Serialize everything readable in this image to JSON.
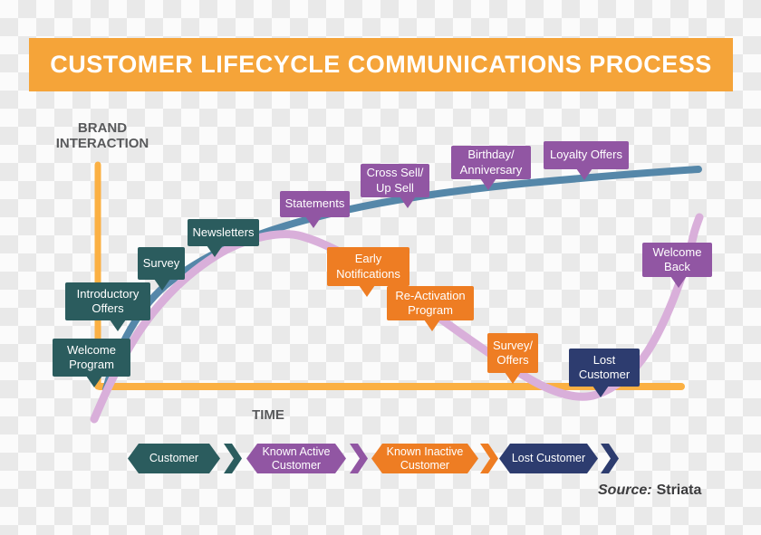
{
  "title": "CUSTOMER LIFECYCLE COMMUNICATIONS PROCESS",
  "axes": {
    "y_label": "BRAND\nINTERACTION",
    "x_label": "TIME"
  },
  "callouts": [
    {
      "id": "welcome-program",
      "label": "Welcome\nProgram",
      "group": "customer-acquisition"
    },
    {
      "id": "introductory-offers",
      "label": "Introductory\nOffers",
      "group": "customer-acquisition"
    },
    {
      "id": "survey",
      "label": "Survey",
      "group": "customer-acquisition"
    },
    {
      "id": "newsletters",
      "label": "Newsletters",
      "group": "customer-acquisition"
    },
    {
      "id": "statements",
      "label": "Statements",
      "group": "known-active"
    },
    {
      "id": "cross-sell-up-sell",
      "label": "Cross Sell/\nUp Sell",
      "group": "known-active"
    },
    {
      "id": "birthday-anniversary",
      "label": "Birthday/\nAnniversary",
      "group": "known-active"
    },
    {
      "id": "loyalty-offers",
      "label": "Loyalty Offers",
      "group": "known-active"
    },
    {
      "id": "early-notifications",
      "label": "Early\nNotifications",
      "group": "known-inactive"
    },
    {
      "id": "re-activation-program",
      "label": "Re-Activation\nProgram",
      "group": "known-inactive"
    },
    {
      "id": "survey-offers",
      "label": "Survey/\nOffers",
      "group": "known-inactive"
    },
    {
      "id": "lost-customer",
      "label": "Lost\nCustomer",
      "group": "lost"
    },
    {
      "id": "welcome-back",
      "label": "Welcome\nBack",
      "group": "win-back"
    }
  ],
  "stages": [
    {
      "label": "Customer"
    },
    {
      "label": "Known Active\nCustomer"
    },
    {
      "label": "Known Inactive\nCustomer"
    },
    {
      "label": "Lost Customer"
    }
  ],
  "source": {
    "prefix": "Source:",
    "name": "Striata"
  },
  "colors": {
    "title_banner_orange": "#f5a439",
    "axis_orange": "#fbb043",
    "callout_teal": "#2b5c5e",
    "callout_purple": "#9156a3",
    "callout_orange": "#ee7d23",
    "callout_navy": "#2d3c6f",
    "curve_brand_blue": "#5587a9",
    "curve_customer_pink": "#d9afda",
    "label_gray": "#58595b"
  }
}
